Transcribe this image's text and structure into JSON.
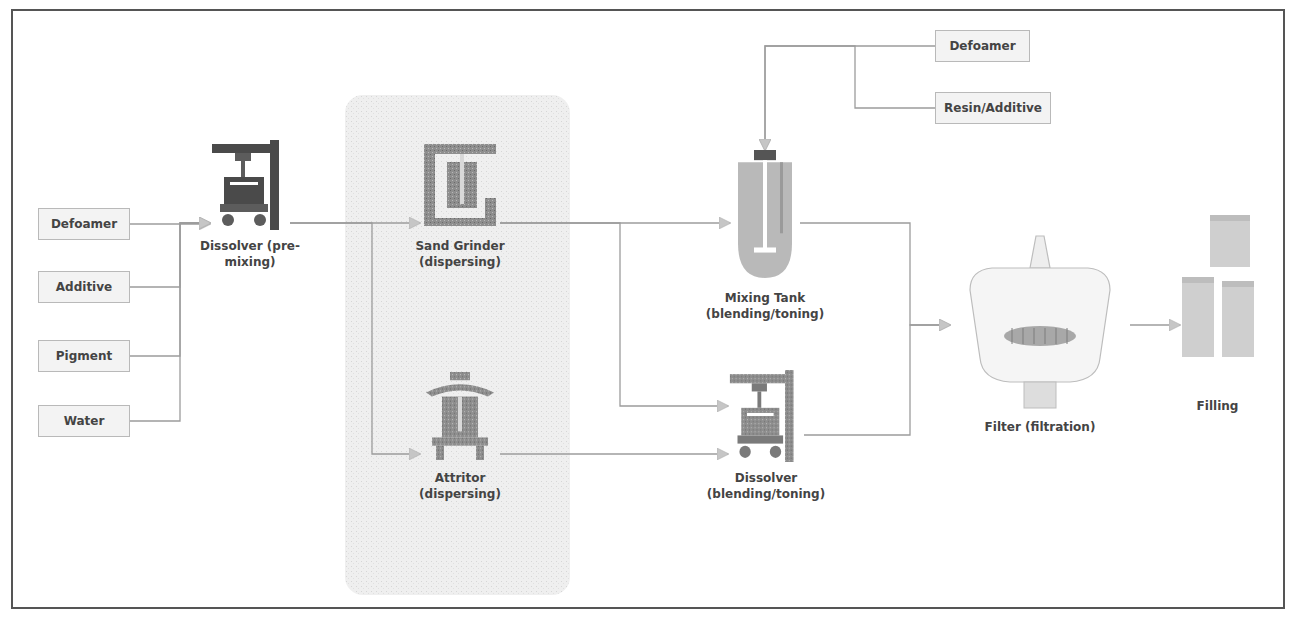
{
  "diagram": {
    "nodes": [
      {
        "text": [
          "Defoamer"
        ]
      },
      {
        "text": [
          "Additive"
        ]
      },
      {
        "text": [
          "Pigment"
        ]
      },
      {
        "text": [
          "Water"
        ]
      },
      {
        "text": [
          "Dissolver (pre-mixing)"
        ]
      },
      {
        "text": [
          "Sand Grinder (dispersing)"
        ]
      },
      {
        "text": [
          "Attritor (dispersing)"
        ]
      },
      {
        "text": [
          "Defoamer"
        ]
      },
      {
        "text": [
          "Resin/Additive"
        ]
      },
      {
        "text": [
          "Mixing Tank (blending/toning)"
        ]
      },
      {
        "text": [
          "Dissolver (blending/toning)"
        ]
      },
      {
        "text": [
          "Filter (filtration)"
        ]
      },
      {
        "text": [
          "Filling"
        ]
      }
    ],
    "edges": [
      {
        "from": 0,
        "to": 4,
        "arrow": "to"
      },
      {
        "from": 1,
        "to": 4,
        "arrow": "to"
      },
      {
        "from": 2,
        "to": 4,
        "arrow": "to"
      },
      {
        "from": 3,
        "to": 4,
        "arrow": "to"
      },
      {
        "from": 4,
        "to": 5,
        "arrow": "to"
      },
      {
        "from": 4,
        "to": 6,
        "arrow": "to"
      },
      {
        "from": 5,
        "to": 9,
        "arrow": "to"
      },
      {
        "from": 5,
        "to": 10,
        "arrow": "to"
      },
      {
        "from": 6,
        "to": 10,
        "arrow": "to"
      },
      {
        "from": 7,
        "to": 9,
        "arrow": "to"
      },
      {
        "from": 8,
        "to": 9,
        "arrow": "to"
      },
      {
        "from": 9,
        "to": 11,
        "arrow": "to"
      },
      {
        "from": 10,
        "to": 11,
        "arrow": "to"
      },
      {
        "from": 11,
        "to": 12,
        "arrow": "to"
      }
    ]
  }
}
